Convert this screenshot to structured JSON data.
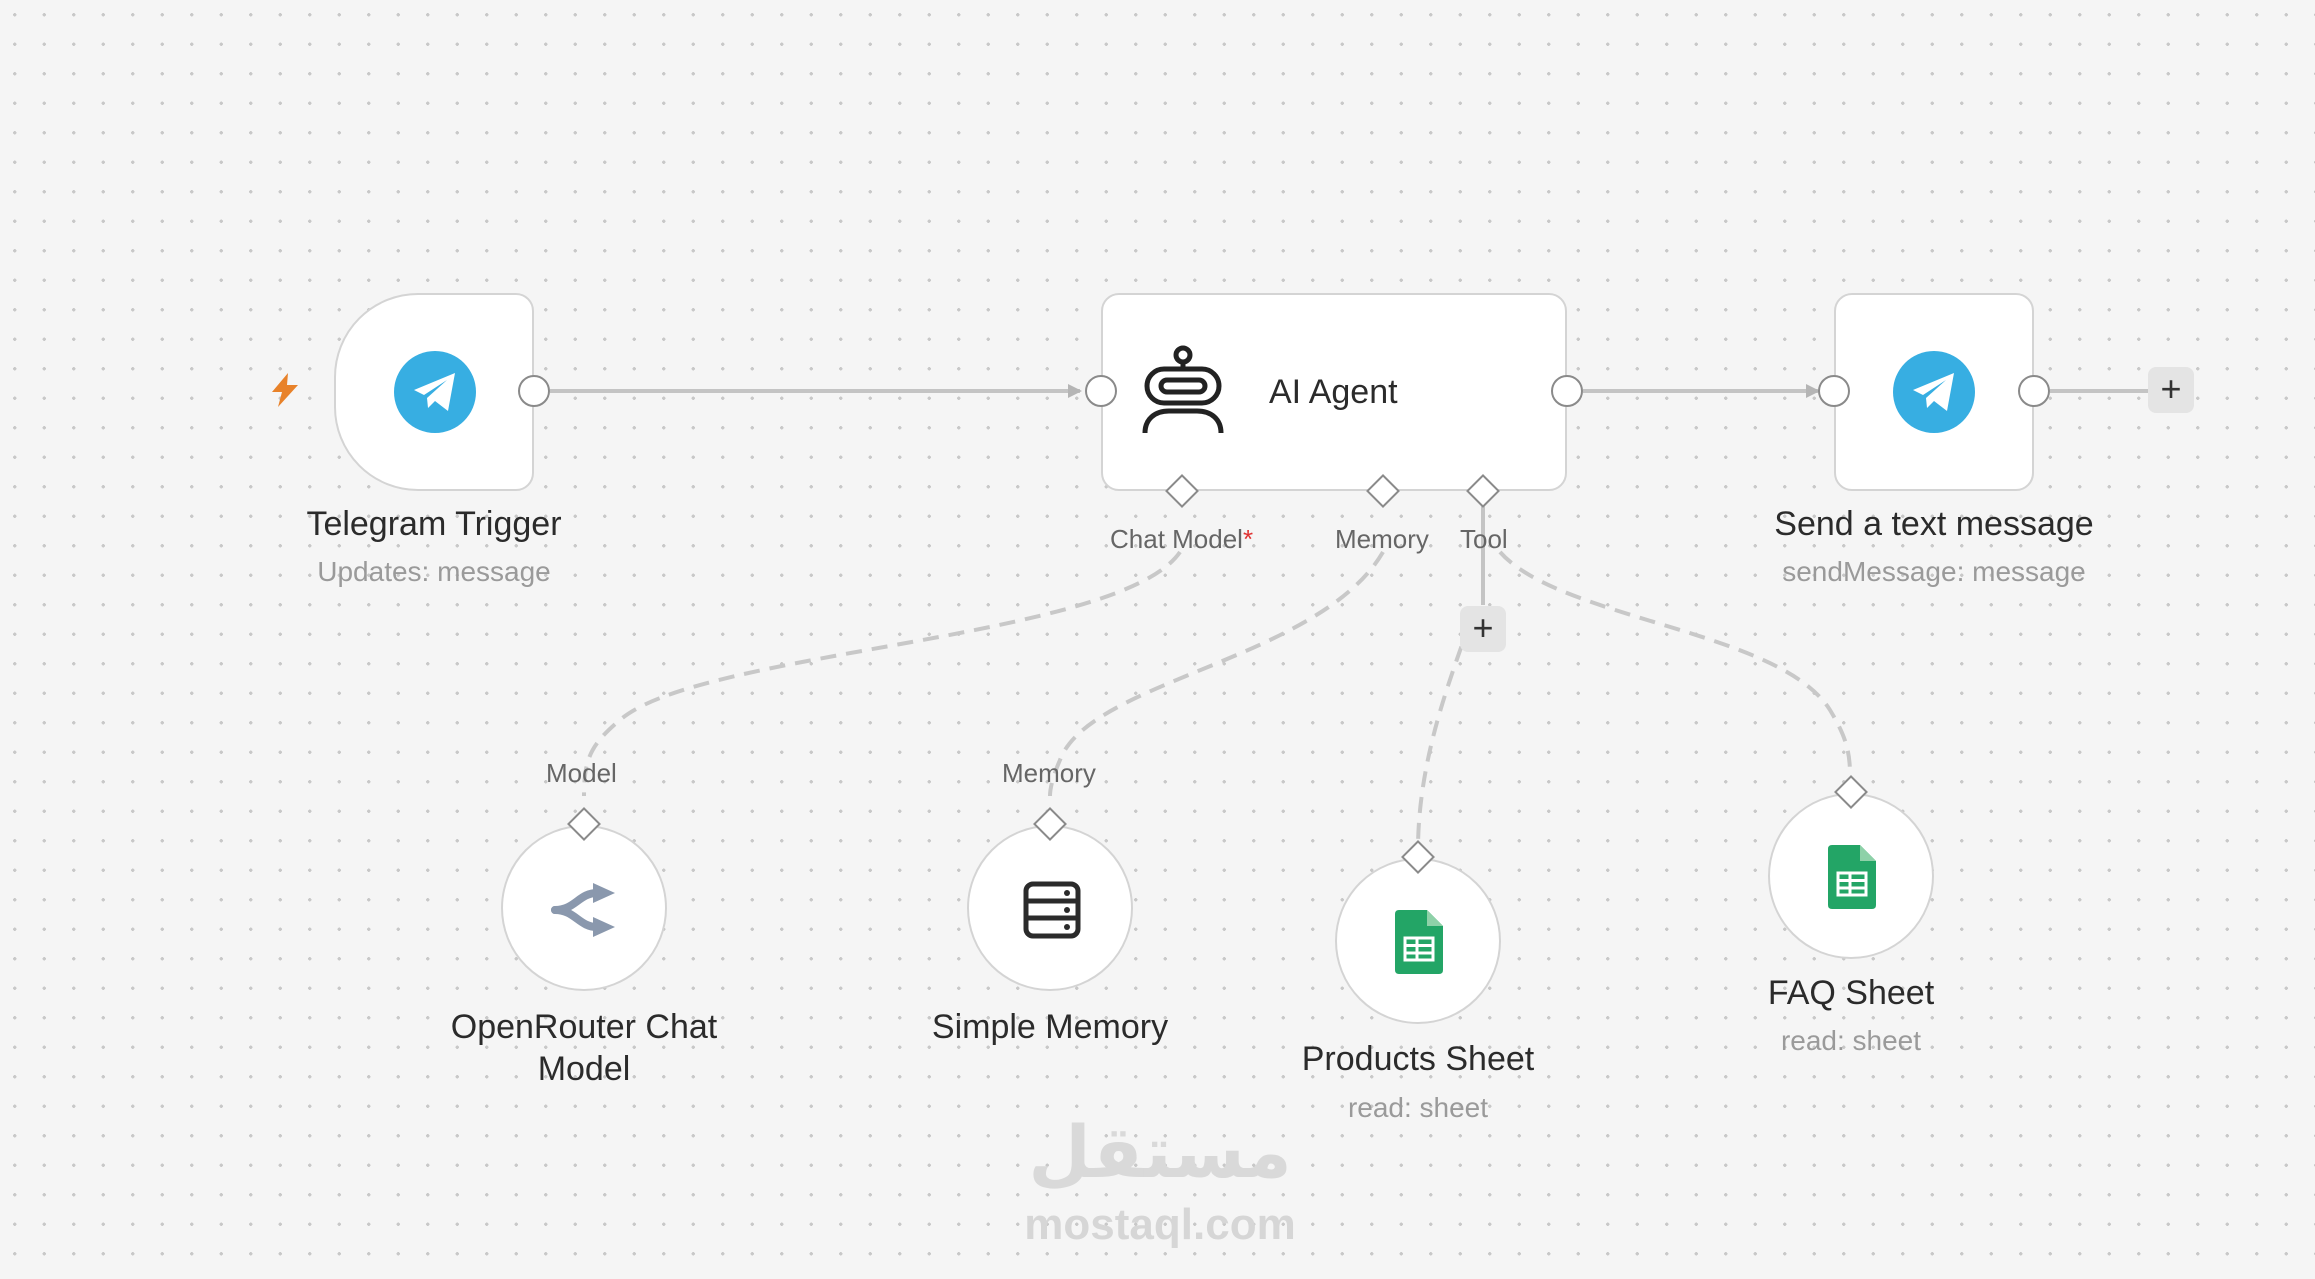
{
  "nodes": {
    "telegram_trigger": {
      "title": "Telegram Trigger",
      "subtitle": "Updates: message"
    },
    "ai_agent": {
      "title": "AI Agent"
    },
    "send_message": {
      "title": "Send a text message",
      "subtitle": "sendMessage: message"
    },
    "openrouter": {
      "title_line1": "OpenRouter Chat",
      "title_line2": "Model"
    },
    "simple_memory": {
      "title": "Simple Memory"
    },
    "products_sheet": {
      "title": "Products Sheet",
      "subtitle": "read: sheet"
    },
    "faq_sheet": {
      "title": "FAQ Sheet",
      "subtitle": "read: sheet"
    }
  },
  "ports": {
    "chat_model": "Chat Model",
    "required_mark": "*",
    "memory": "Memory",
    "tool": "Tool",
    "model_in": "Model",
    "memory_in": "Memory"
  },
  "buttons": {
    "plus": "+"
  },
  "watermark": {
    "arabic": "مستقل",
    "latin": "mostaql.com"
  },
  "colors": {
    "telegram": "#37aee2",
    "sheets": "#23a566",
    "trigger_bolt": "#e8822a",
    "required": "#e03131"
  },
  "icons": {
    "trigger": "lightning-bolt-icon",
    "telegram": "telegram-icon",
    "agent": "robot-icon",
    "openrouter": "openrouter-icon",
    "memory": "database-icon",
    "sheets": "google-sheets-icon"
  }
}
